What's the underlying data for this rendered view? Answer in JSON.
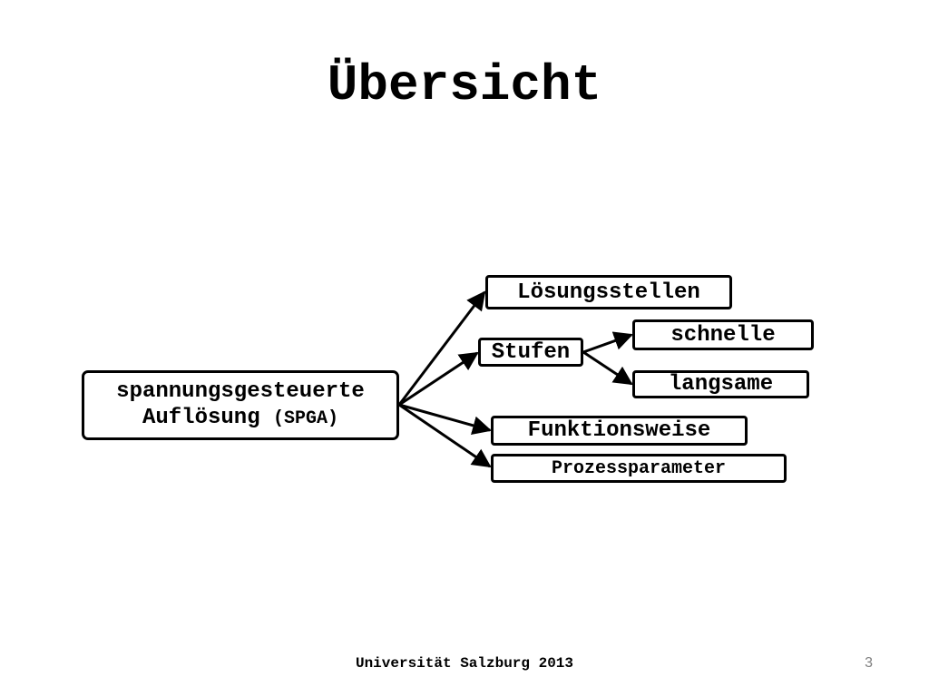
{
  "slide": {
    "title": "Übersicht",
    "footer": "Universität Salzburg 2013",
    "page_number": "3"
  },
  "diagram": {
    "root": {
      "line1": "spannungsgesteuerte",
      "line2": "Auflösung",
      "abbr": "(SPGA)"
    },
    "nodes": {
      "loesungsstellen": "Lösungsstellen",
      "stufen": "Stufen",
      "schnelle": "schnelle",
      "langsame": "langsame",
      "funktionsweise": "Funktionsweise",
      "prozessparameter": "Prozessparameter"
    },
    "edges": [
      {
        "from": "root",
        "to": "loesungsstellen"
      },
      {
        "from": "root",
        "to": "stufen"
      },
      {
        "from": "root",
        "to": "funktionsweise"
      },
      {
        "from": "root",
        "to": "prozessparameter"
      },
      {
        "from": "stufen",
        "to": "schnelle"
      },
      {
        "from": "stufen",
        "to": "langsame"
      }
    ]
  }
}
